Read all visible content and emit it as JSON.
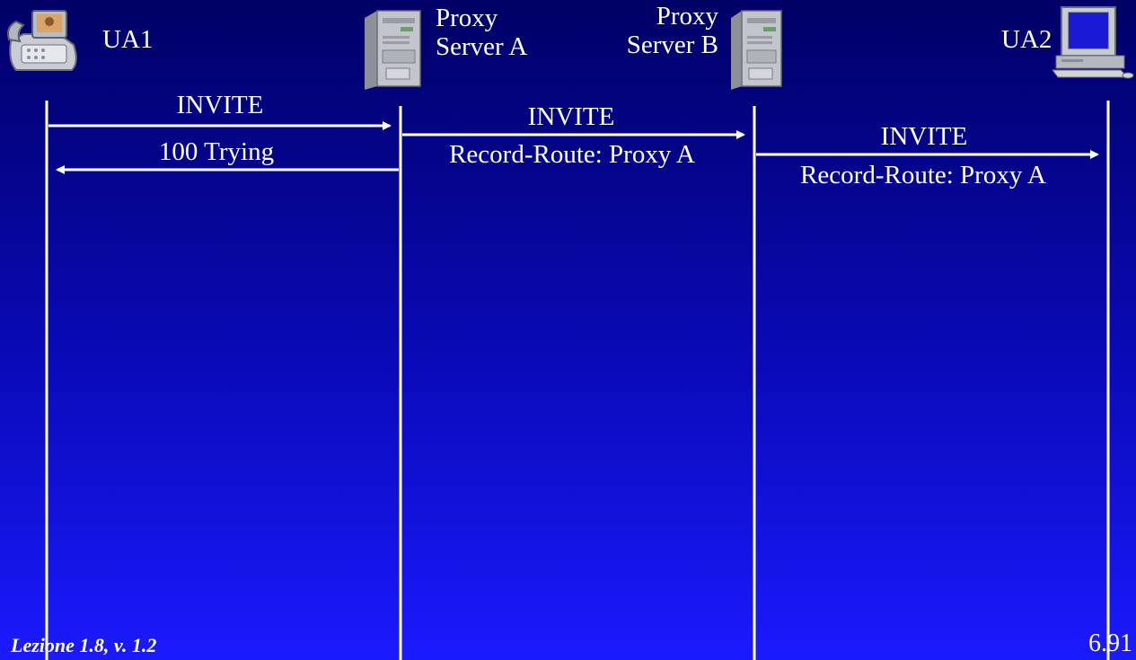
{
  "participants": [
    {
      "label": "UA1",
      "icon": "phone-icon"
    },
    {
      "label_line1": "Proxy",
      "label_line2": "Server A",
      "icon": "server-icon"
    },
    {
      "label_line1": "Proxy",
      "label_line2": "Server B",
      "icon": "server-icon"
    },
    {
      "label": "UA2",
      "icon": "computer-icon"
    }
  ],
  "messages": [
    {
      "label": "INVITE",
      "from": "UA1",
      "to": "Proxy Server A"
    },
    {
      "label": "100 Trying",
      "from": "Proxy Server A",
      "to": "UA1"
    },
    {
      "label": "INVITE",
      "sublabel": "Record-Route: Proxy A",
      "from": "Proxy Server A",
      "to": "Proxy Server B"
    },
    {
      "label": "INVITE",
      "sublabel": "Record-Route: Proxy A",
      "from": "Proxy Server B",
      "to": "UA2"
    }
  ],
  "footer": {
    "left": "Lezione 1.8, v. 1.2",
    "right": "6.91"
  },
  "colors": {
    "background_top": "#000066",
    "background_bottom": "#1a1aff",
    "line": "#ffffff",
    "text": "#ffffff"
  }
}
